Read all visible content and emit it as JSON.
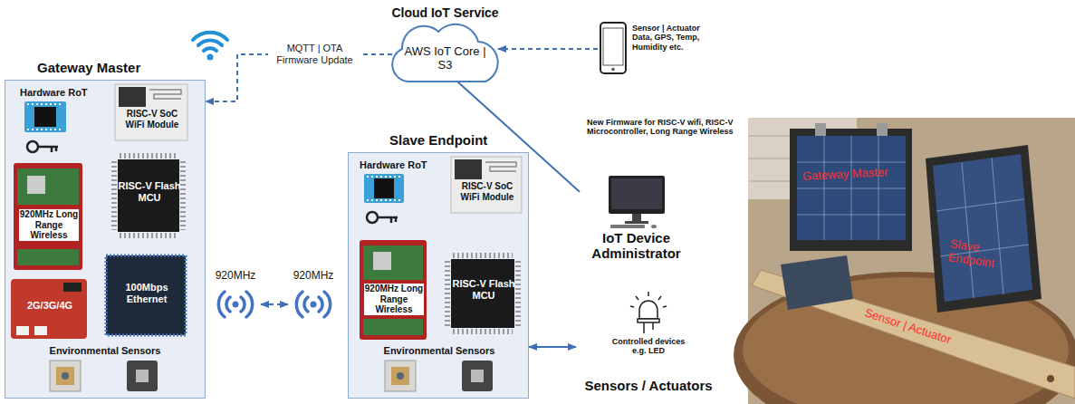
{
  "diagram": {
    "nodes": [
      {
        "text": [
          "Cloud IoT Service",
          "AWS IoT Core | S3"
        ]
      },
      {
        "text": [
          "Sensor | Actuator Data, GPS, Temp, Humidity etc."
        ]
      },
      {
        "text": [
          "Gateway Master"
        ]
      },
      {
        "text": [
          "Hardware RoT"
        ],
        "in": 2
      },
      {
        "text": [
          "RISC-V SoC WiFi Module"
        ],
        "in": 2
      },
      {
        "text": [
          "920MHz Long Range Wireless"
        ],
        "in": 2
      },
      {
        "text": [
          "RISC-V Flash MCU"
        ],
        "in": 2
      },
      {
        "text": [
          "2G/3G/4G"
        ],
        "in": 2
      },
      {
        "text": [
          "100Mbps Ethernet"
        ],
        "in": 2
      },
      {
        "text": [
          "Environmental Sensors"
        ],
        "in": 2
      },
      {
        "text": [
          "920MHz"
        ]
      },
      {
        "text": [
          "920MHz"
        ]
      },
      {
        "text": [
          "Slave Endpoint"
        ]
      },
      {
        "text": [
          "Hardware RoT"
        ],
        "in": 12
      },
      {
        "text": [
          "RISC-V SoC WiFi Module"
        ],
        "in": 12
      },
      {
        "text": [
          "920MHz Long Range Wireless"
        ],
        "in": 12
      },
      {
        "text": [
          "RISC-V Flash MCU"
        ],
        "in": 12
      },
      {
        "text": [
          "Environmental Sensors"
        ],
        "in": 12
      },
      {
        "text": [
          "IoT Device Administrator"
        ]
      },
      {
        "text": [
          "Controlled devices e.g. LED",
          "Sensors / Actuators"
        ]
      }
    ],
    "edges": [
      {
        "from": 0,
        "to": 2,
        "arrow": "to",
        "label": "MQTT | OTA Firmware Update"
      },
      {
        "from": 1,
        "to": 0,
        "arrow": "to"
      },
      {
        "from": 0,
        "to": 18,
        "arrow": "none"
      },
      {
        "from": 10,
        "to": 11,
        "arrow": "both"
      },
      {
        "from": 12,
        "to": 19,
        "arrow": "both"
      }
    ],
    "labels": [
      "New Firmware for RISC-V wifi, RISC-V Microcontroller, Long Range Wireless",
      "Gateway Master",
      "Slave Endpoint",
      "Sensor | Actuator"
    ]
  }
}
